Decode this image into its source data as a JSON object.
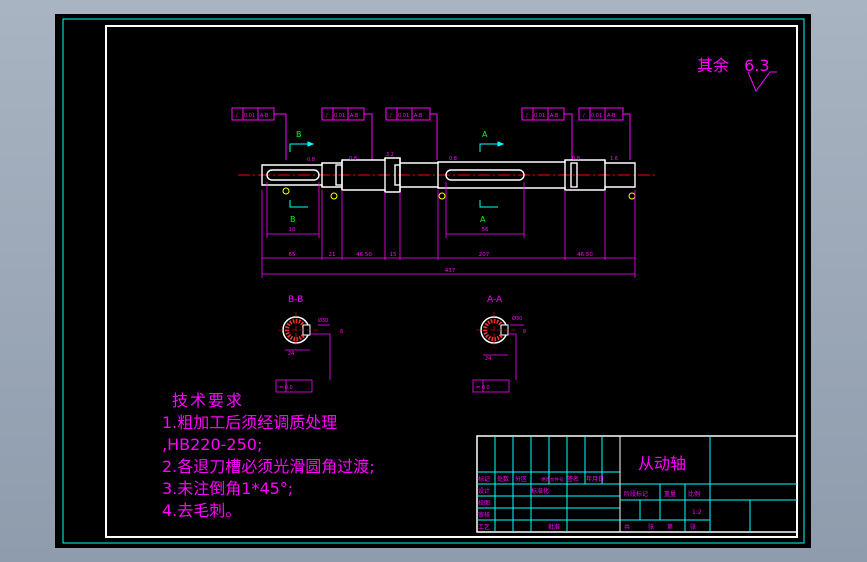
{
  "roughness": {
    "label": "其余",
    "value": "6.3"
  },
  "tolerance_frames": [
    {
      "symbol": "/",
      "value": "0.01",
      "datum": "A-B"
    },
    {
      "symbol": "/",
      "value": "0.01",
      "datum": "A-B"
    },
    {
      "symbol": "/",
      "value": "0.01",
      "datum": "A-B"
    },
    {
      "symbol": "/",
      "value": "0.01",
      "datum": "A-B"
    },
    {
      "symbol": "/",
      "value": "0.01",
      "datum": "A-B"
    }
  ],
  "section_marks": {
    "b": "B",
    "a": "A"
  },
  "small_dims": [
    "0.8",
    "0.8",
    "3.2",
    "0.8",
    "0.8",
    "1.6"
  ],
  "dimensions": {
    "keyway_b": "10",
    "keyway_a": "56",
    "seg_1": "65",
    "seg_2": "21",
    "seg_3": "46.50",
    "seg_4": "15",
    "seg_5": "207",
    "seg_6": "46.50",
    "total": "437"
  },
  "sections": [
    {
      "title": "B-B",
      "dim_depth": "24",
      "dim_width": "8",
      "dim_dia": "Ø30",
      "frame": "= 0.0"
    },
    {
      "title": "A-A",
      "dim_depth": "24",
      "dim_width": "8",
      "dim_dia": "Ø30",
      "frame": "= 0.0"
    }
  ],
  "notes": {
    "heading": "技术要求",
    "items": [
      "1.粗加工后须经调质处理",
      ",HB220-250;",
      "2.各退刀槽必须光滑圆角过渡;",
      "3.未注倒角1*45°;",
      "4.去毛刺。"
    ]
  },
  "title_block": {
    "part_name": "从动轴",
    "row1": [
      "标记",
      "处数",
      "分区",
      "更改文件号",
      "签名",
      "年月日"
    ],
    "labels": [
      "设计",
      "校图",
      "审核",
      "工艺"
    ],
    "standard": "标准化",
    "approve": "批准",
    "stage": "阶段标记",
    "weight": "重量",
    "scale": "比例",
    "scale_value": "1:2",
    "sheets_total": "共",
    "sheets_unit": "张",
    "sheet_no": "第",
    "sheet_unit2": "张"
  },
  "colors": {
    "frame": "#ffffff",
    "dims": "#ff00ff",
    "center": "#ff0000",
    "section_mark": "#00ff00",
    "arrow": "#00ffff",
    "title_grid": "#00ffff",
    "part": "#ffffff",
    "hatch": "#ff3333",
    "outer_frame": "#00ffff"
  }
}
